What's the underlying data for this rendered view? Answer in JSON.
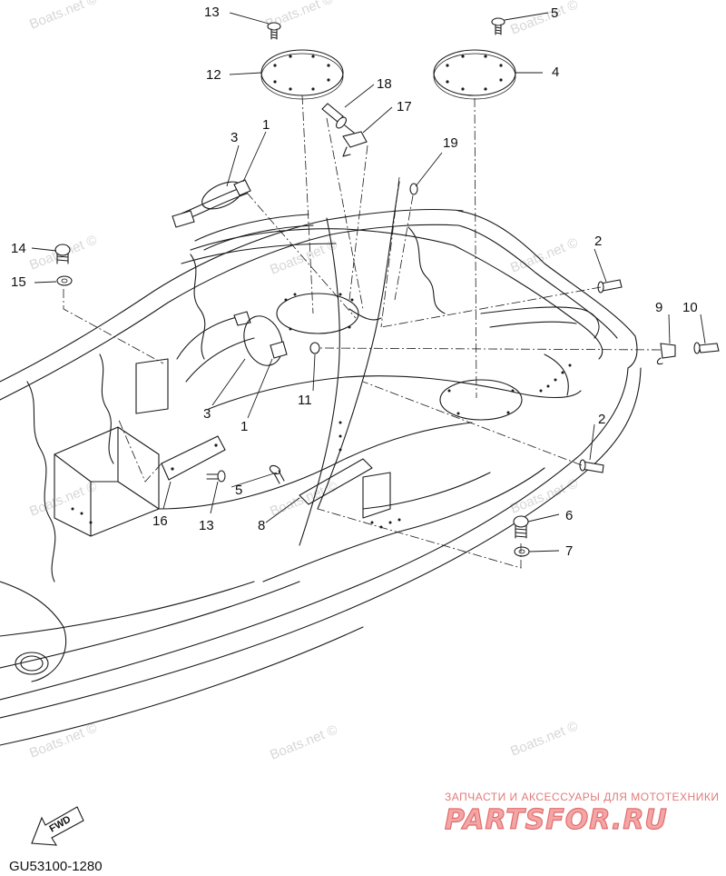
{
  "callouts": {
    "c13_top": "13",
    "c5_top": "5",
    "c12": "12",
    "c4": "4",
    "c18": "18",
    "c17": "17",
    "c3_top": "3",
    "c1_top": "1",
    "c19": "19",
    "c2_top": "2",
    "c14": "14",
    "c15": "15",
    "c9": "9",
    "c10": "10",
    "c3_mid": "3",
    "c1_mid": "1",
    "c11": "11",
    "c2_mid": "2",
    "c5_mid": "5",
    "c16": "16",
    "c13_mid": "13",
    "c8": "8",
    "c6": "6",
    "c7": "7"
  },
  "watermarks": {
    "w1": "Boats.net ©",
    "w2": "Boats.net ©",
    "w3": "Boats.net ©",
    "w4": "Boats.net ©",
    "w5": "Boats.net ©",
    "w6": "Boats.net ©",
    "w7": "Boats.net ©",
    "w8": "Boats.net ©",
    "w9": "Boats.net ©",
    "w10": "Boats.net ©",
    "w11": "Boats.net ©",
    "w12": "Boats.net ©"
  },
  "diagram_code": "GU53100-1280",
  "fwd_label": "FWD",
  "brand": {
    "subtitle": "ЗАПЧАСТИ И АКСЕССУАРЫ ДЛЯ МОТОТЕХНИКИ",
    "logo": "PARTSFOR.RU"
  },
  "colors": {
    "line": "#1a1a1a",
    "watermark": "#d7d7d7",
    "brand_fill": "#f4a5a5",
    "brand_stroke": "#e26d6d"
  }
}
